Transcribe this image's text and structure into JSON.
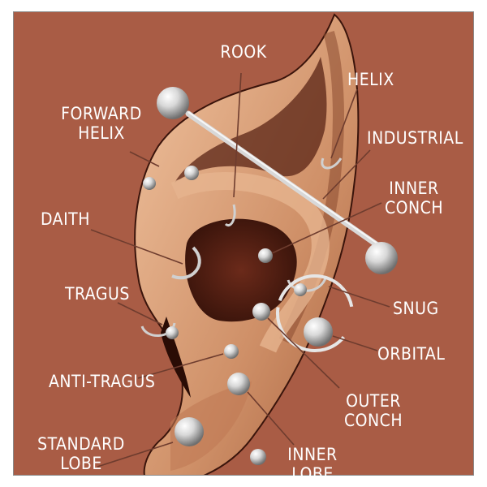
{
  "colors": {
    "background": "#a95c45",
    "skin": "#d9a07a",
    "shadow": "#4a1c10",
    "leader": "#6e3c2e",
    "metal": "#e6e6e6"
  },
  "labels": {
    "rook": "Rook",
    "forward_helix": "Forward\nHelix",
    "helix": "Helix",
    "industrial": "Industrial",
    "inner_conch": "Inner\nConch",
    "daith": "Daith",
    "tragus": "Tragus",
    "snug": "Snug",
    "orbital": "Orbital",
    "anti_tragus": "Anti-Tragus",
    "outer_conch": "Outer\nConch",
    "standard_lobe": "Standard\nLobe",
    "inner_lobe": "Inner\nLobe"
  }
}
